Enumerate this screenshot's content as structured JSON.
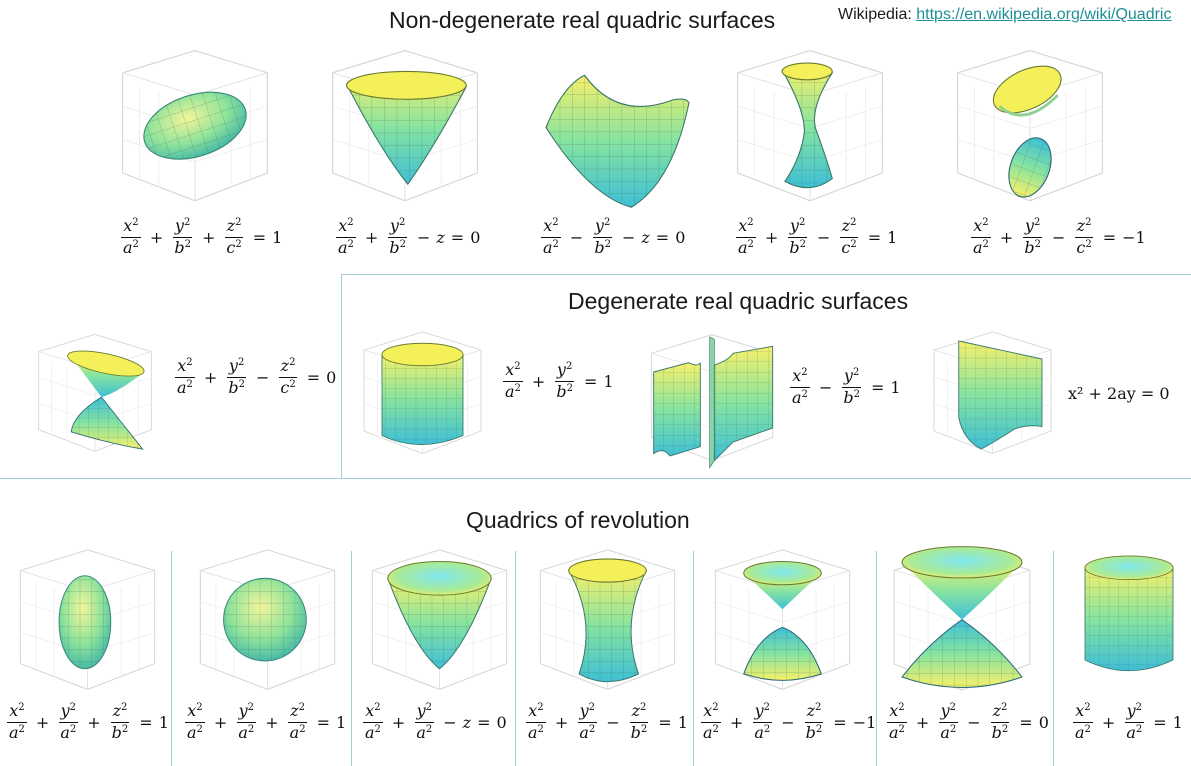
{
  "credit": {
    "label": "Wikipedia: ",
    "link": "https://en.wikipedia.org/wiki/Quadric"
  },
  "sections": {
    "nondegenerate": "Non-degenerate real quadric surfaces",
    "degenerate": "Degenerate real quadric surfaces",
    "revolution": "Quadrics of revolution"
  },
  "colors": {
    "yellow": "#f5ef6a",
    "green": "#7fe0a4",
    "cyan": "#62d6ea",
    "teal": "#2e9eb3",
    "divider": "#9fd0d3",
    "link": "#1f8f96"
  },
  "eq": {
    "a2": "a",
    "b2": "b",
    "c2": "c",
    "x": "x",
    "y": "y",
    "z": "z",
    "two": "2",
    "plus": "+",
    "minus": "−",
    "equals": "=",
    "one": "1",
    "zero": "0",
    "neg_one": "−1",
    "parabolic_cyl": "x² + 2ay = 0"
  },
  "surfaces": {
    "ellipsoid": "ellipsoid-icon",
    "elliptic_paraboloid": "paraboloid-icon",
    "hyperbolic_paraboloid": "saddle-icon",
    "hyperboloid_one": "hyperboloid-one-sheet-icon",
    "hyperboloid_two": "hyperboloid-two-sheets-icon",
    "cone": "cone-icon",
    "elliptic_cylinder": "elliptic-cylinder-icon",
    "hyperbolic_cylinder": "hyperbolic-cylinder-icon",
    "parabolic_cylinder": "parabolic-cylinder-icon"
  }
}
